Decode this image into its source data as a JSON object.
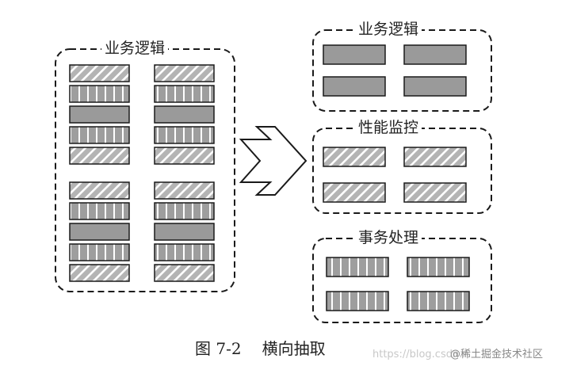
{
  "labels": {
    "left_group": "业务逻辑",
    "right_business": "业务逻辑",
    "right_performance": "性能监控",
    "right_transaction": "事务处理"
  },
  "caption": {
    "number": "图 7-2",
    "title": "横向抽取"
  },
  "watermark": {
    "url": "https://blog.csdn.n",
    "badge": "@稀土掘金技术社区"
  },
  "colors": {
    "line": "#1a1a1a",
    "solid_fill": "#9a9a9a",
    "stripe_fill": "#b4b4b4",
    "stripe_line": "#ffffff"
  },
  "legend_semantics": {
    "solid": "business-logic",
    "diagonal": "performance-monitoring",
    "vertical": "transaction-processing"
  }
}
